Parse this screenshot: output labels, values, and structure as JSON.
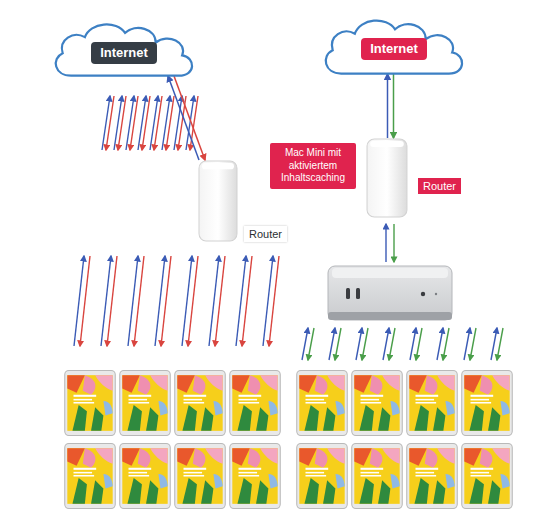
{
  "diagram": {
    "nodes": [
      {
        "text": [
          "Internet"
        ]
      },
      {
        "text": [
          "Internet"
        ]
      },
      {
        "text": [
          "Mac Mini mit aktiviertem Inhaltscaching"
        ]
      },
      {
        "text": [
          "Router"
        ]
      },
      {
        "text": [
          "Router"
        ]
      }
    ],
    "edges": [
      {
        "from": 0,
        "to": 4,
        "arrow": "both"
      },
      {
        "from": 1,
        "to": 3,
        "arrow": "both"
      }
    ]
  }
}
